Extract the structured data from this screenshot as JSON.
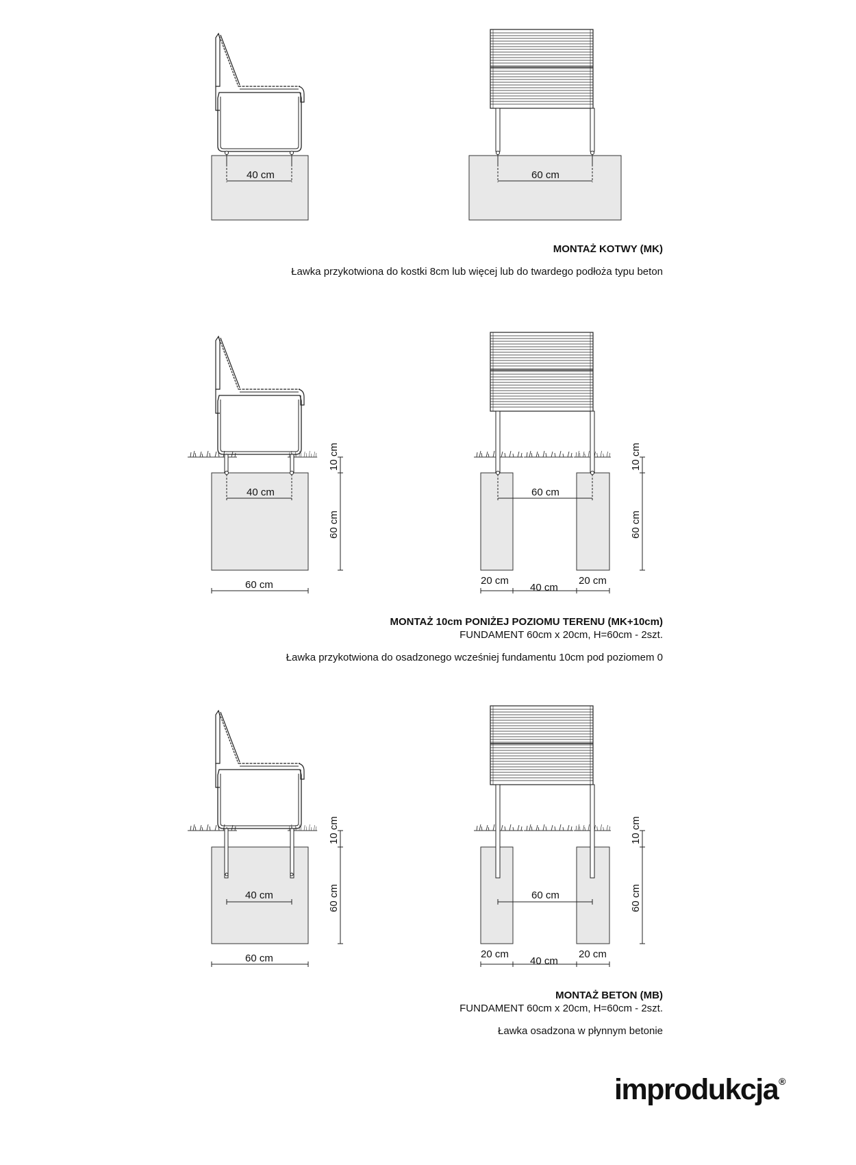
{
  "sections": [
    {
      "title": "MONTAŻ KOTWY (MK)",
      "spec": "",
      "description": "Ławka przykotwiona do kostki 8cm lub więcej lub do twardego podłoża typu beton",
      "side_dims": {
        "anchor": "40 cm"
      },
      "front_dims": {
        "anchor": "60 cm"
      }
    },
    {
      "title": "MONTAŻ 10cm PONIŻEJ POZIOMU TERENU (MK+10cm)",
      "spec": "FUNDAMENT 60cm x 20cm, H=60cm - 2szt.",
      "description": "Ławka przykotwiona do osadzonego wcześniej fundamentu 10cm pod poziomem 0",
      "side_dims": {
        "anchor": "40 cm",
        "depth": "10 cm",
        "height": "60 cm",
        "width": "60 cm"
      },
      "front_dims": {
        "anchor": "60 cm",
        "depth": "10 cm",
        "height": "60 cm",
        "left_w": "20 cm",
        "gap": "40 cm",
        "right_w": "20 cm"
      }
    },
    {
      "title": "MONTAŻ BETON (MB)",
      "spec": "FUNDAMENT 60cm x 20cm, H=60cm - 2szt.",
      "description": "Ławka osadzona w płynnym betonie",
      "side_dims": {
        "anchor": "40 cm",
        "depth": "10 cm",
        "height": "60 cm",
        "width": "60 cm"
      },
      "front_dims": {
        "anchor": "60 cm",
        "depth": "10 cm",
        "height": "60 cm",
        "left_w": "20 cm",
        "gap": "40 cm",
        "right_w": "20 cm"
      }
    }
  ],
  "brand": {
    "name": "improdukcja",
    "mark": "®"
  },
  "colors": {
    "concrete": "#e8e8e8",
    "line": "#222222"
  }
}
